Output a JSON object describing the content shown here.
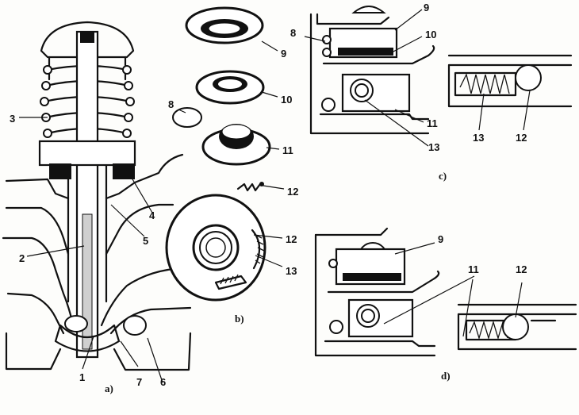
{
  "figure": {
    "panels": {
      "a": "a)",
      "b": "b)",
      "c": "c)",
      "d": "d)"
    },
    "part_numbers": {
      "a": [
        "1",
        "2",
        "3",
        "4",
        "5",
        "6",
        "7"
      ],
      "b": [
        "8",
        "9",
        "10",
        "11",
        "12",
        "13"
      ],
      "c_left": [
        "8",
        "9",
        "10",
        "11",
        "13"
      ],
      "c_right": [
        "13",
        "12"
      ],
      "d": [
        "9",
        "11",
        "12"
      ]
    },
    "colors": {
      "ink": "#111111",
      "paper": "#fdfdfb"
    }
  }
}
